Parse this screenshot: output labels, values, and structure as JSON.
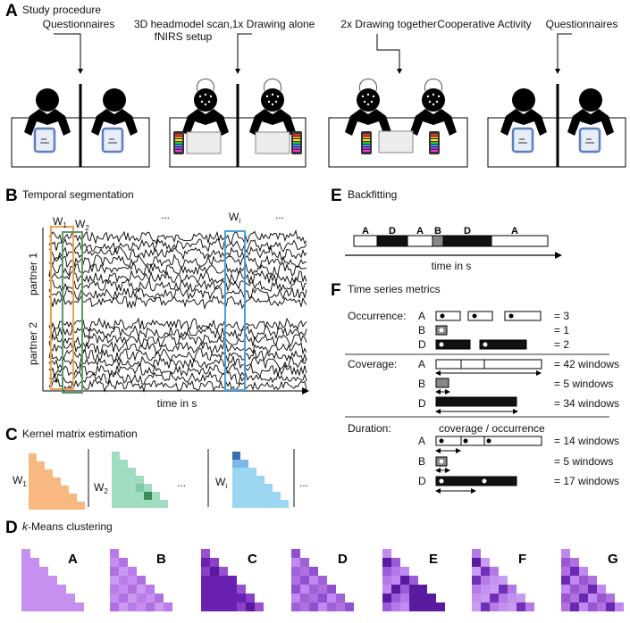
{
  "panelA": {
    "letter": "A",
    "title": "Study procedure",
    "steps": [
      {
        "label1": "Questionnaires",
        "label2": ""
      },
      {
        "label1": "3D headmodel scan,",
        "label2": "fNIRS setup"
      },
      {
        "label1": "1x Drawing alone",
        "label2": ""
      },
      {
        "label1": "2x Drawing together",
        "label2": ""
      },
      {
        "label1": "Cooperative Activity",
        "label2": ""
      },
      {
        "label1": "Questionnaires",
        "label2": ""
      }
    ]
  },
  "panelB": {
    "letter": "B",
    "title": "Temporal segmentation",
    "w1": "W",
    "w1_sub": "1",
    "w2": "W",
    "w2_sub": "2",
    "wi": "W",
    "wi_sub": "i",
    "dots1": "...",
    "dots2": "...",
    "partner1": "partner 1",
    "partner2": "partner 2",
    "xlabel": "time in s",
    "colors": {
      "w1": "#f0a050",
      "w2": "#5a9a6a",
      "wi": "#4aa0dd"
    }
  },
  "panelC": {
    "letter": "C",
    "title": "Kernel matrix estimation",
    "w1": "W",
    "w1_sub": "1",
    "w2": "W",
    "w2_sub": "2",
    "wi": "W",
    "wi_sub": "i",
    "dots1": "...",
    "dots2": "...",
    "colors": {
      "w1": "#f8b880",
      "w2": "#9fdcc0",
      "wi": "#9cd6f0"
    }
  },
  "panelD": {
    "letter": "D",
    "title_italic": "k",
    "title_rest": "-Means clustering",
    "clusters": [
      "A",
      "B",
      "C",
      "D",
      "E",
      "F",
      "G"
    ]
  },
  "panelE": {
    "letter": "E",
    "title": "Backfitting",
    "segments": [
      "A",
      "D",
      "A",
      "B",
      "D",
      "A"
    ],
    "xlabel": "time in s"
  },
  "panelF": {
    "letter": "F",
    "title": "Time series metrics",
    "occurrence": {
      "label": "Occurrence:",
      "rows": [
        {
          "state": "A",
          "value": "= 3"
        },
        {
          "state": "B",
          "value": "= 1"
        },
        {
          "state": "D",
          "value": "= 2"
        }
      ]
    },
    "coverage": {
      "label": "Coverage:",
      "rows": [
        {
          "state": "A",
          "value": "= 42 windows"
        },
        {
          "state": "B",
          "value": "= 5 windows"
        },
        {
          "state": "D",
          "value": "= 34 windows"
        }
      ]
    },
    "duration": {
      "label": "Duration:",
      "subtitle": "coverage / occurrence",
      "rows": [
        {
          "state": "A",
          "value": "= 14 windows"
        },
        {
          "state": "B",
          "value": "= 5 windows"
        },
        {
          "state": "D",
          "value": "= 17 windows"
        }
      ]
    }
  }
}
